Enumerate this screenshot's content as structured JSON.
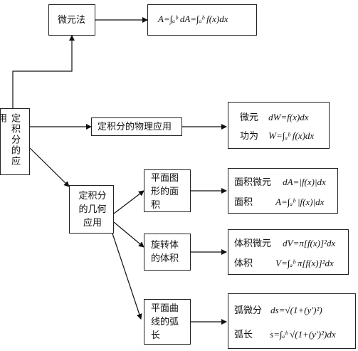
{
  "nodes": {
    "root": "定积分的应用",
    "micro": "微元法",
    "physics": "定积分的物理应用",
    "geometry": "定积分的几何应用",
    "plane_area": "平面图形的面积",
    "solid_volume": "旋转体的体积",
    "arc_length": "平面曲线的弧长"
  },
  "formulas": {
    "micro": "A=∫ₐᵇ dA=∫ₐᵇ f(x)dx",
    "physics_rows": [
      {
        "label": "微元",
        "formula": "dW=f(x)dx"
      },
      {
        "label": "功为",
        "formula": "W=∫ₐᵇ f(x)dx"
      }
    ],
    "area_rows": [
      {
        "label": "面积微元",
        "formula": "dA=|f(x)|dx"
      },
      {
        "label": "面积",
        "formula": "A=∫ₐᵇ |f(x)|dx"
      }
    ],
    "volume_rows": [
      {
        "label": "体积微元",
        "formula": "dV=π[f(x)]²dx"
      },
      {
        "label": "体积",
        "formula": "V=∫ₐᵇ π[f(x)]²dx"
      }
    ],
    "arc_rows": [
      {
        "label": "弧微分",
        "formula": "ds=√(1+(y′)²)"
      },
      {
        "label": "弧长",
        "formula": "s=∫ₐᵇ √(1+(y′)²)dx"
      }
    ]
  }
}
